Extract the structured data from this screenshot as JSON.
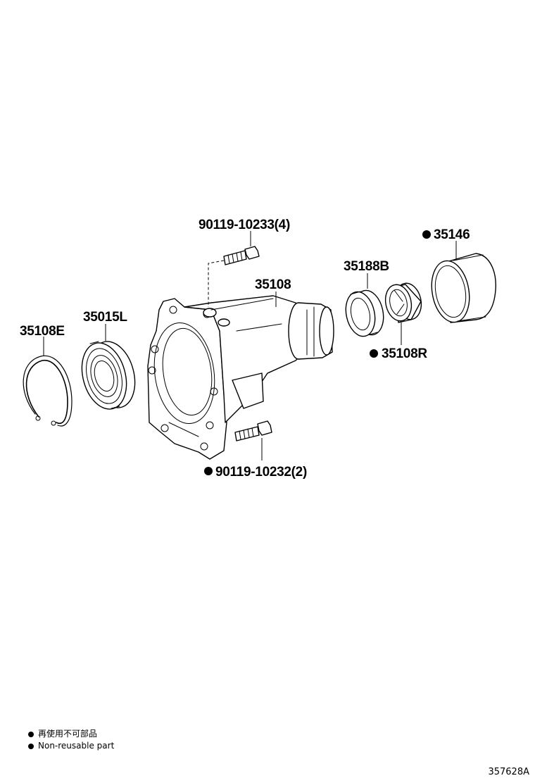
{
  "labels": {
    "bolt_upper": "90119-10233(4)",
    "bolt_lower": "90119-10232(2)",
    "housing": "35108",
    "snap_ring": "35108E",
    "bearing": "35015L",
    "oil_seal": "35188B",
    "sleeve": "35108R",
    "dust_cover": "35146"
  },
  "legend": {
    "line_jp": "再使用不可部品",
    "line_en": "Non-reusable part"
  },
  "reference_number": "357628A",
  "non_reusable_marker": "black-dot"
}
